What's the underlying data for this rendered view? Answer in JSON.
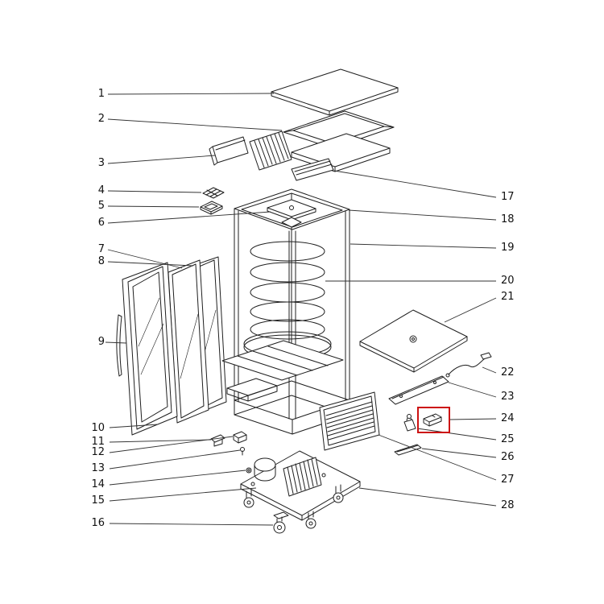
{
  "diagram": {
    "type": "exploded-parts-diagram",
    "background": "#ffffff",
    "line_color": "#1f1f1f",
    "leader_color": "#333333",
    "highlight": {
      "color": "#cc1111",
      "part": "24"
    },
    "left_labels": [
      {
        "num": "1"
      },
      {
        "num": "2"
      },
      {
        "num": "3"
      },
      {
        "num": "4"
      },
      {
        "num": "5"
      },
      {
        "num": "6"
      },
      {
        "num": "7"
      },
      {
        "num": "8"
      },
      {
        "num": "9"
      },
      {
        "num": "10"
      },
      {
        "num": "11"
      },
      {
        "num": "12"
      },
      {
        "num": "13"
      },
      {
        "num": "14"
      },
      {
        "num": "15"
      },
      {
        "num": "16"
      }
    ],
    "right_labels": [
      {
        "num": "17"
      },
      {
        "num": "18"
      },
      {
        "num": "19"
      },
      {
        "num": "20"
      },
      {
        "num": "21"
      },
      {
        "num": "22"
      },
      {
        "num": "23"
      },
      {
        "num": "24"
      },
      {
        "num": "25"
      },
      {
        "num": "26"
      },
      {
        "num": "27"
      },
      {
        "num": "28"
      }
    ]
  }
}
